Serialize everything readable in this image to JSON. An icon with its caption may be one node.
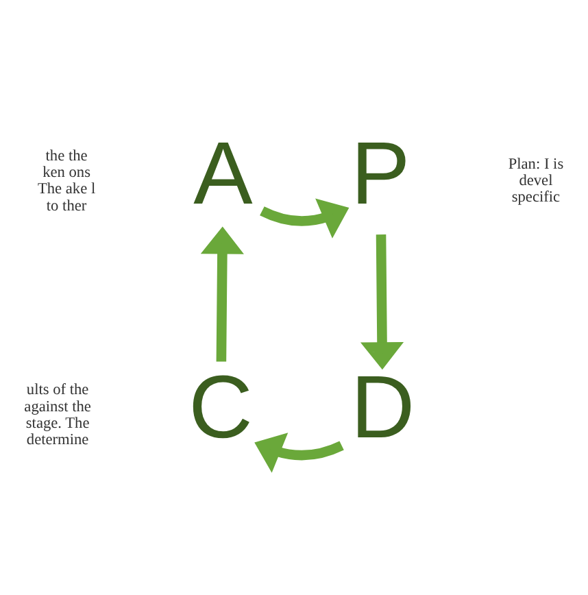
{
  "diagram": {
    "nodes": [
      {
        "text": [
          "A"
        ]
      },
      {
        "text": [
          "P"
        ]
      },
      {
        "text": [
          "D"
        ]
      },
      {
        "text": [
          "C"
        ]
      }
    ],
    "edges": [
      {
        "from": 0,
        "to": 1,
        "arrow": "to"
      },
      {
        "from": 1,
        "to": 2,
        "arrow": "to"
      },
      {
        "from": 2,
        "to": 3,
        "arrow": "to"
      },
      {
        "from": 3,
        "to": 0,
        "arrow": "to"
      }
    ],
    "labels": [
      "the the ken ons The ake l to ther",
      "Plan: I is devel specific",
      "ults of the against the stage. The determine"
    ]
  }
}
